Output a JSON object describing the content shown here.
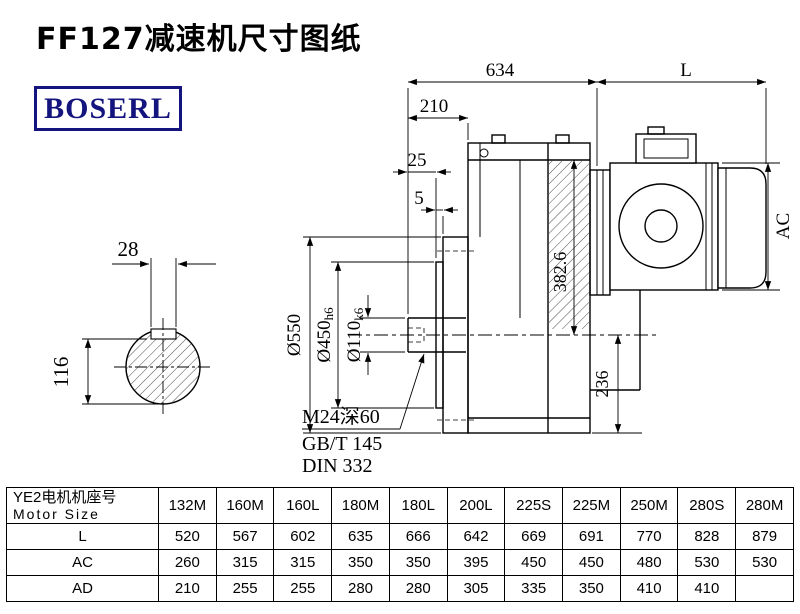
{
  "page": {
    "title": "FF127减速机尺寸图纸",
    "brand": "BOSERL"
  },
  "drawing": {
    "left_view": {
      "key_width": "28",
      "key_height": "116"
    },
    "dims": {
      "total_length": "634",
      "motor_length_label": "L",
      "dim_210": "210",
      "dim_25": "25",
      "dim_5": "5",
      "motor_ac_label": "AC",
      "flange_diameter": "Ø550",
      "spigot_diameter": "Ø450",
      "spigot_tolerance": "h6",
      "shaft_diameter": "Ø110",
      "shaft_tolerance": "k6",
      "dim_382_6": "382.6",
      "dim_236": "236"
    },
    "notes": {
      "tap": "M24深60",
      "gb": "GB/T 145",
      "din": "DIN 332"
    }
  },
  "table": {
    "header_cn": "YE2电机机座号",
    "header_en": "Motor Size",
    "columns": [
      "132M",
      "160M",
      "160L",
      "180M",
      "180L",
      "200L",
      "225S",
      "225M",
      "250M",
      "280S",
      "280M"
    ],
    "rows": [
      {
        "label": "L",
        "values": [
          "520",
          "567",
          "602",
          "635",
          "666",
          "642",
          "669",
          "691",
          "770",
          "828",
          "879"
        ]
      },
      {
        "label": "AC",
        "values": [
          "260",
          "315",
          "315",
          "350",
          "350",
          "395",
          "450",
          "450",
          "480",
          "530",
          "530"
        ]
      },
      {
        "label": "AD",
        "values": [
          "210",
          "255",
          "255",
          "280",
          "280",
          "305",
          "335",
          "350",
          "410",
          "410",
          ""
        ]
      }
    ]
  }
}
